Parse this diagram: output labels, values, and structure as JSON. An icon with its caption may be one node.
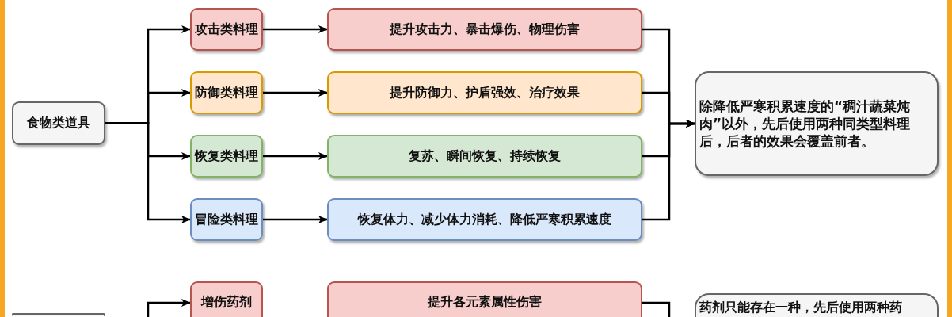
{
  "diagram": {
    "nodes": [
      {
        "text": [
          "食物类道具"
        ]
      },
      {
        "text": [
          "攻击类料理"
        ]
      },
      {
        "text": [
          "提升攻击力、暴击爆伤、物理伤害"
        ]
      },
      {
        "text": [
          "防御类料理"
        ]
      },
      {
        "text": [
          "提升防御力、护盾强效、治疗效果"
        ]
      },
      {
        "text": [
          "恢复类料理"
        ]
      },
      {
        "text": [
          "复苏、瞬间恢复、持续恢复"
        ]
      },
      {
        "text": [
          "冒险类料理"
        ]
      },
      {
        "text": [
          "恢复体力、减少体力消耗、降低严寒积累速度"
        ]
      },
      {
        "text": [
          "除降低严寒积累速度的“稠汁蔬菜炖肉”以外，先后使用两种同类型料理后，后者的效果会覆盖前者。"
        ]
      },
      {
        "text": [],
        "shape": "box"
      },
      {
        "text": [
          "增伤药剂"
        ]
      },
      {
        "text": [
          "提升各元素属性伤害"
        ]
      },
      {
        "text": [
          "药剂只能存在一种，先后使用两种药"
        ]
      }
    ],
    "edges": [
      {
        "from": 0,
        "to": 1,
        "arrow": "to"
      },
      {
        "from": 0,
        "to": 3,
        "arrow": "to"
      },
      {
        "from": 0,
        "to": 5,
        "arrow": "to"
      },
      {
        "from": 0,
        "to": 7,
        "arrow": "to"
      },
      {
        "from": 1,
        "to": 2,
        "arrow": "to"
      },
      {
        "from": 3,
        "to": 4,
        "arrow": "to"
      },
      {
        "from": 5,
        "to": 6,
        "arrow": "to"
      },
      {
        "from": 7,
        "to": 8,
        "arrow": "to"
      },
      {
        "from": 2,
        "to": 9,
        "arrow": "to"
      },
      {
        "from": 4,
        "to": 9,
        "arrow": "to"
      },
      {
        "from": 6,
        "to": 9,
        "arrow": "to"
      },
      {
        "from": 8,
        "to": 9,
        "arrow": "to"
      },
      {
        "from": 10,
        "to": 11,
        "arrow": "to"
      },
      {
        "from": 12,
        "to": 13,
        "arrow": "to"
      }
    ]
  }
}
